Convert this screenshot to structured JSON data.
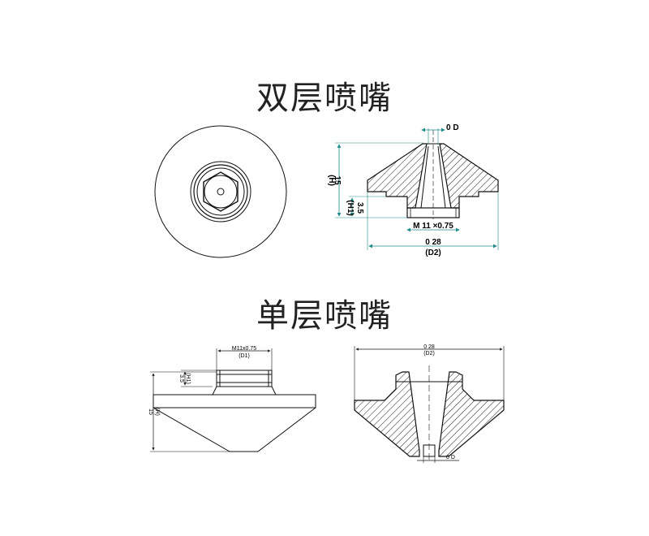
{
  "titles": {
    "double": "双层喷嘴",
    "single": "单层喷嘴"
  },
  "double_section": {
    "dim_outlet": "0 D",
    "dim_height": "15",
    "dim_height_sym": "(H)",
    "dim_thread_height": "3.5",
    "dim_thread_height_sym": "(H1)",
    "dim_thread": "M 11  ×0.75",
    "dim_diameter": "0  28",
    "dim_diameter_sym": "(D2)"
  },
  "single_side": {
    "dim_thread": "M11x0.75",
    "dim_thread_sym": "(D1)",
    "dim_thread_height": "3.5",
    "dim_thread_height_sym": "(H1)",
    "dim_height": "15",
    "dim_height_sym": "(H)"
  },
  "single_section": {
    "dim_diameter": "0  28",
    "dim_diameter_sym": "(D2)",
    "dim_outlet": "0 D"
  },
  "colors": {
    "line": "#111111",
    "dim": "#1f8a8a",
    "hatch": "#222222"
  }
}
